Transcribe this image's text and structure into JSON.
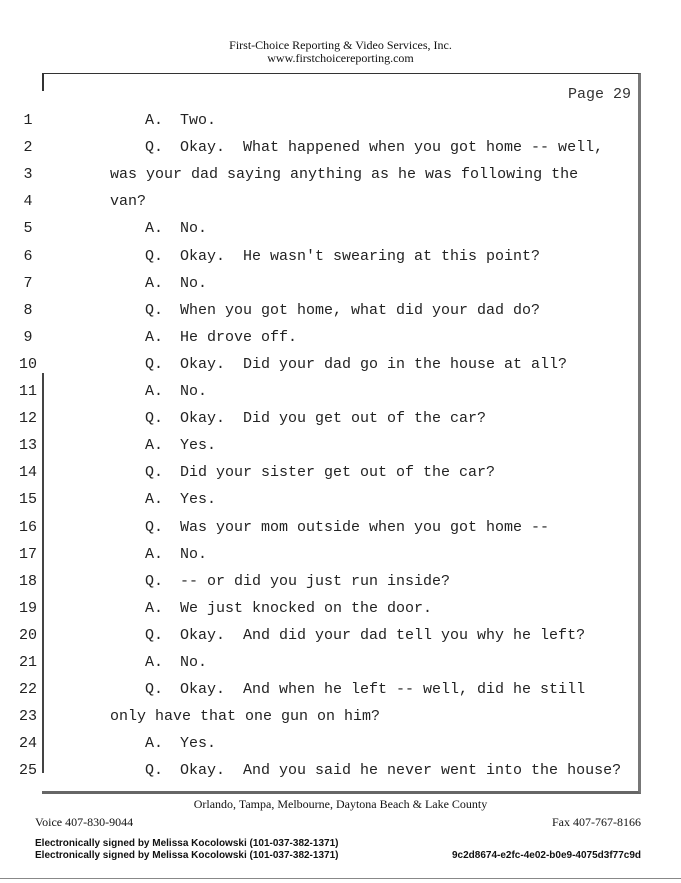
{
  "header": {
    "company": "First-Choice Reporting & Video Services, Inc.",
    "website": "www.firstchoicereporting.com"
  },
  "page_label": "Page 29",
  "lines": [
    {
      "n": "1",
      "speaker": "A.",
      "text": "Two."
    },
    {
      "n": "2",
      "speaker": "Q.",
      "text": "Okay.  What happened when you got home -- well,"
    },
    {
      "n": "3",
      "speaker": "",
      "text": "was your dad saying anything as he was following the"
    },
    {
      "n": "4",
      "speaker": "",
      "text": "van?"
    },
    {
      "n": "5",
      "speaker": "A.",
      "text": "No."
    },
    {
      "n": "6",
      "speaker": "Q.",
      "text": "Okay.  He wasn't swearing at this point?"
    },
    {
      "n": "7",
      "speaker": "A.",
      "text": "No."
    },
    {
      "n": "8",
      "speaker": "Q.",
      "text": "When you got home, what did your dad do?"
    },
    {
      "n": "9",
      "speaker": "A.",
      "text": "He drove off."
    },
    {
      "n": "10",
      "speaker": "Q.",
      "text": "Okay.  Did your dad go in the house at all?"
    },
    {
      "n": "11",
      "speaker": "A.",
      "text": "No."
    },
    {
      "n": "12",
      "speaker": "Q.",
      "text": "Okay.  Did you get out of the car?"
    },
    {
      "n": "13",
      "speaker": "A.",
      "text": "Yes."
    },
    {
      "n": "14",
      "speaker": "Q.",
      "text": "Did your sister get out of the car?"
    },
    {
      "n": "15",
      "speaker": "A.",
      "text": "Yes."
    },
    {
      "n": "16",
      "speaker": "Q.",
      "text": "Was your mom outside when you got home --"
    },
    {
      "n": "17",
      "speaker": "A.",
      "text": "No."
    },
    {
      "n": "18",
      "speaker": "Q.",
      "text": "-- or did you just run inside?"
    },
    {
      "n": "19",
      "speaker": "A.",
      "text": "We just knocked on the door."
    },
    {
      "n": "20",
      "speaker": "Q.",
      "text": "Okay.  And did your dad tell you why he left?"
    },
    {
      "n": "21",
      "speaker": "A.",
      "text": "No."
    },
    {
      "n": "22",
      "speaker": "Q.",
      "text": "Okay.  And when he left -- well, did he still"
    },
    {
      "n": "23",
      "speaker": "",
      "text": "only have that one gun on him?"
    },
    {
      "n": "24",
      "speaker": "A.",
      "text": "Yes."
    },
    {
      "n": "25",
      "speaker": "Q.",
      "text": "Okay.  And you said he never went into the house?"
    }
  ],
  "footer": {
    "locations": "Orlando, Tampa, Melbourne, Daytona Beach & Lake County",
    "voice": "Voice 407-830-9044",
    "fax": "Fax 407-767-8166",
    "signature_1": "Electronically signed by Melissa Kocolowski (101-037-382-1371)",
    "signature_2": "Electronically signed by Melissa Kocolowski (101-037-382-1371)",
    "document_id": "9c2d8674-e2fc-4e02-b0e9-4075d3f77c9d"
  }
}
